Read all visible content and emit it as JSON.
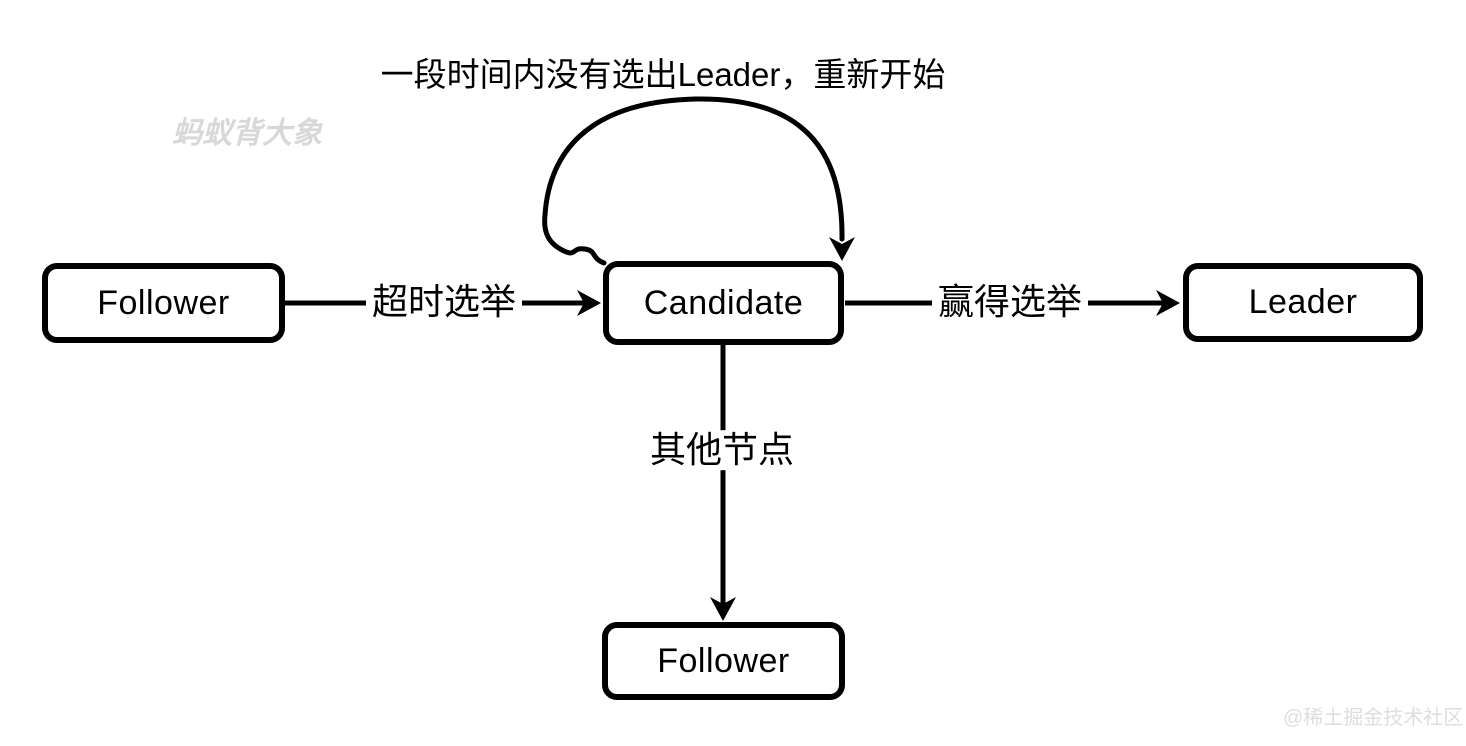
{
  "diagram": {
    "background": "#ffffff",
    "line_color": "#000000",
    "box_fill": "#ffffff",
    "box_border_color": "#000000",
    "watermarks": {
      "top_left": "蚂蚁背大象",
      "bottom_right": "@稀土掘金技术社区",
      "color": "#d8d8d8"
    },
    "nodes": [
      {
        "id": "follower-left",
        "label": "Follower"
      },
      {
        "id": "candidate",
        "label": "Candidate"
      },
      {
        "id": "leader",
        "label": "Leader"
      },
      {
        "id": "follower-bottom",
        "label": "Follower"
      }
    ],
    "edges": [
      {
        "from": "follower-left",
        "to": "candidate",
        "label": "超时选举"
      },
      {
        "from": "candidate",
        "to": "leader",
        "label": "赢得选举"
      },
      {
        "from": "candidate",
        "to": "follower-bottom",
        "label": "其他节点"
      },
      {
        "from": "candidate",
        "to": "candidate",
        "label": "一段时间内没有选出Leader，重新开始"
      }
    ]
  }
}
